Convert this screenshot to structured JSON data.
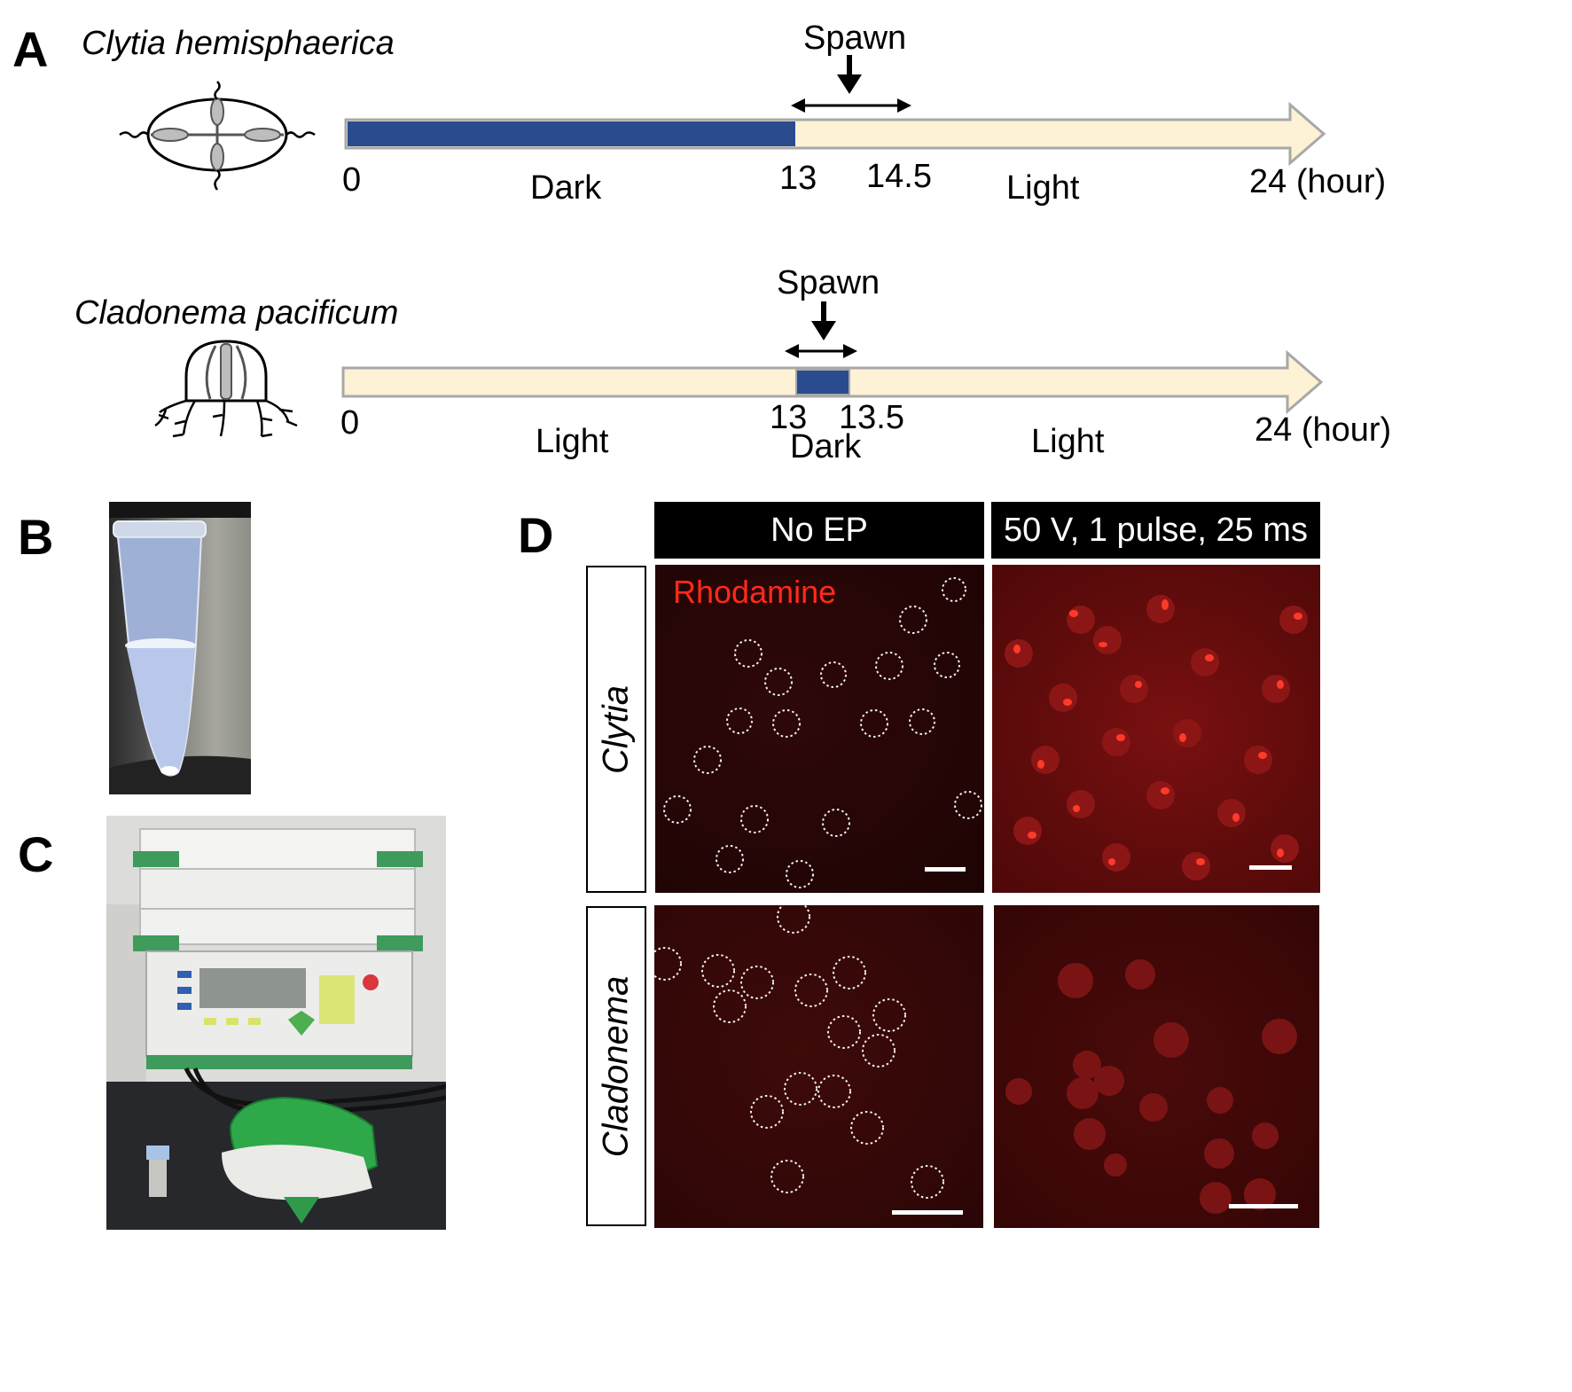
{
  "panel_a": {
    "letter": "A",
    "timeline1": {
      "species": "Clytia hemisphaerica",
      "spawn_label": "Spawn",
      "ticks": [
        "0",
        "13",
        "14.5",
        "24 (hour)"
      ],
      "phase_labels": [
        "Dark",
        "Light"
      ],
      "dark_hours": [
        0,
        13
      ],
      "spawn_window_hours": [
        13,
        14.5
      ]
    },
    "timeline2": {
      "species": "Cladonema pacificum",
      "spawn_label": "Spawn",
      "ticks": [
        "0",
        "13",
        "13.5",
        "24 (hour)"
      ],
      "phase_labels": [
        "Light",
        "Dark",
        "Light"
      ],
      "dark_hours": [
        13,
        13.5
      ],
      "spawn_window_hours": [
        13,
        13.5
      ]
    },
    "colors": {
      "dark": "#2a4c8f",
      "light": "#fdf1d6",
      "outline": "#a8a8a8"
    }
  },
  "panel_b": {
    "letter": "B"
  },
  "panel_c": {
    "letter": "C"
  },
  "panel_d": {
    "letter": "D",
    "columns": [
      "No EP",
      "50 V, 1 pulse, 25 ms"
    ],
    "rows": [
      "Clytia",
      "Cladonema"
    ],
    "stain_label": "Rhodamine",
    "stain_color": "#ff2a1a"
  }
}
